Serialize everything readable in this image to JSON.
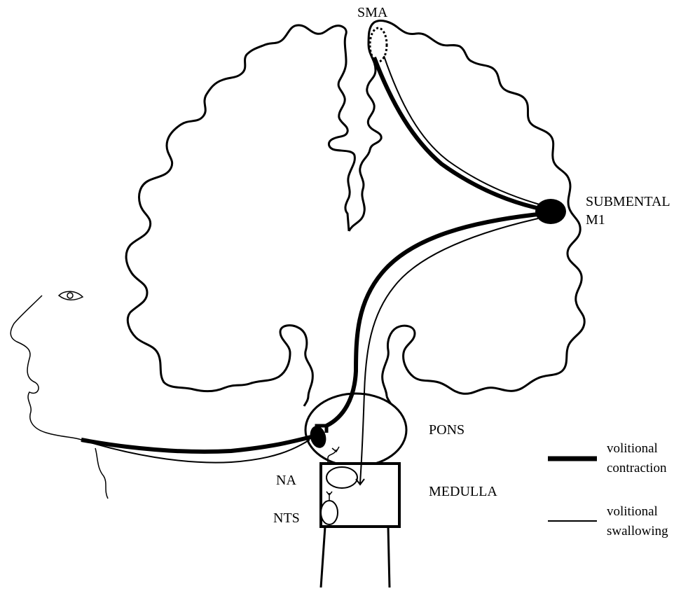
{
  "labels": {
    "sma": "SMA",
    "submental_line1": "SUBMENTAL",
    "submental_line2": "M1",
    "pons": "PONS",
    "medulla": "MEDULLA",
    "na": "NA",
    "nts": "NTS"
  },
  "legend": {
    "contraction_line1": "volitional",
    "contraction_line2": "contraction",
    "swallowing_line1": "volitional",
    "swallowing_line2": "swallowing"
  },
  "colors": {
    "ink": "#000000",
    "background": "#ffffff"
  }
}
